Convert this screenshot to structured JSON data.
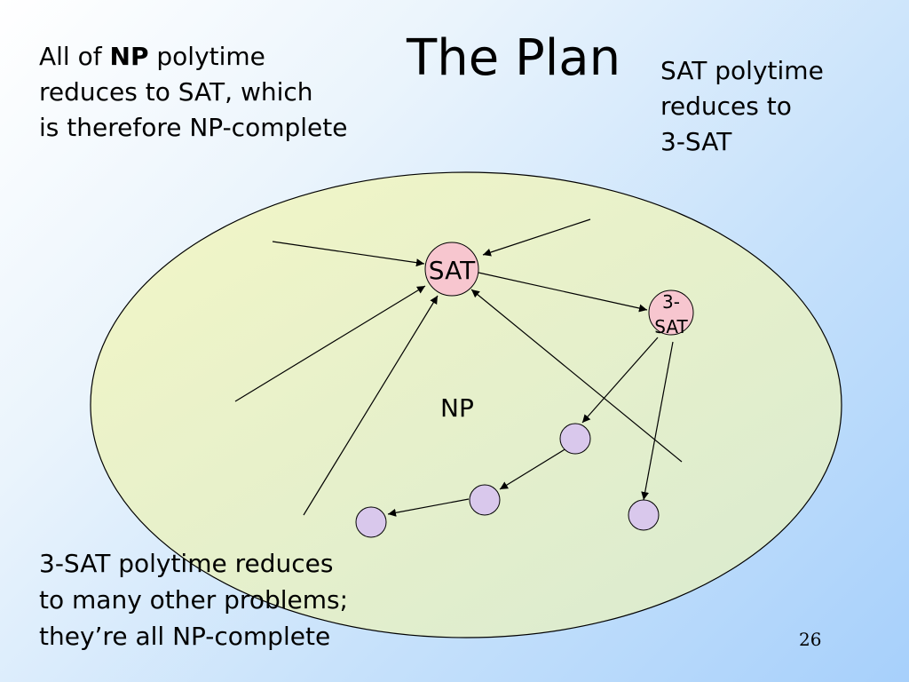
{
  "slide": {
    "title": "The Plan",
    "page_number": "26"
  },
  "top_left_note": {
    "prefix": "All of ",
    "bold": "NP",
    "suffix": " polytime",
    "line2": "reduces to SAT, which",
    "line3": "is therefore NP-complete"
  },
  "top_right_note": {
    "line1": "SAT polytime",
    "line2": "reduces to",
    "line3": "3-SAT"
  },
  "bottom_left_note": {
    "line1": "3-SAT polytime reduces",
    "line2": "to many other problems;",
    "line3": "they’re all NP-complete"
  },
  "diagram": {
    "region_label": "NP",
    "sat_label": "SAT",
    "threesat_label_line1": "3-",
    "threesat_label_line2": "SAT",
    "colors": {
      "np_region_fill": "#eef3c4",
      "np_region_stroke": "#000000",
      "sat_node_fill": "#f7c6cf",
      "problem_node_fill": "#d9c8ec",
      "arrow": "#000000"
    }
  }
}
